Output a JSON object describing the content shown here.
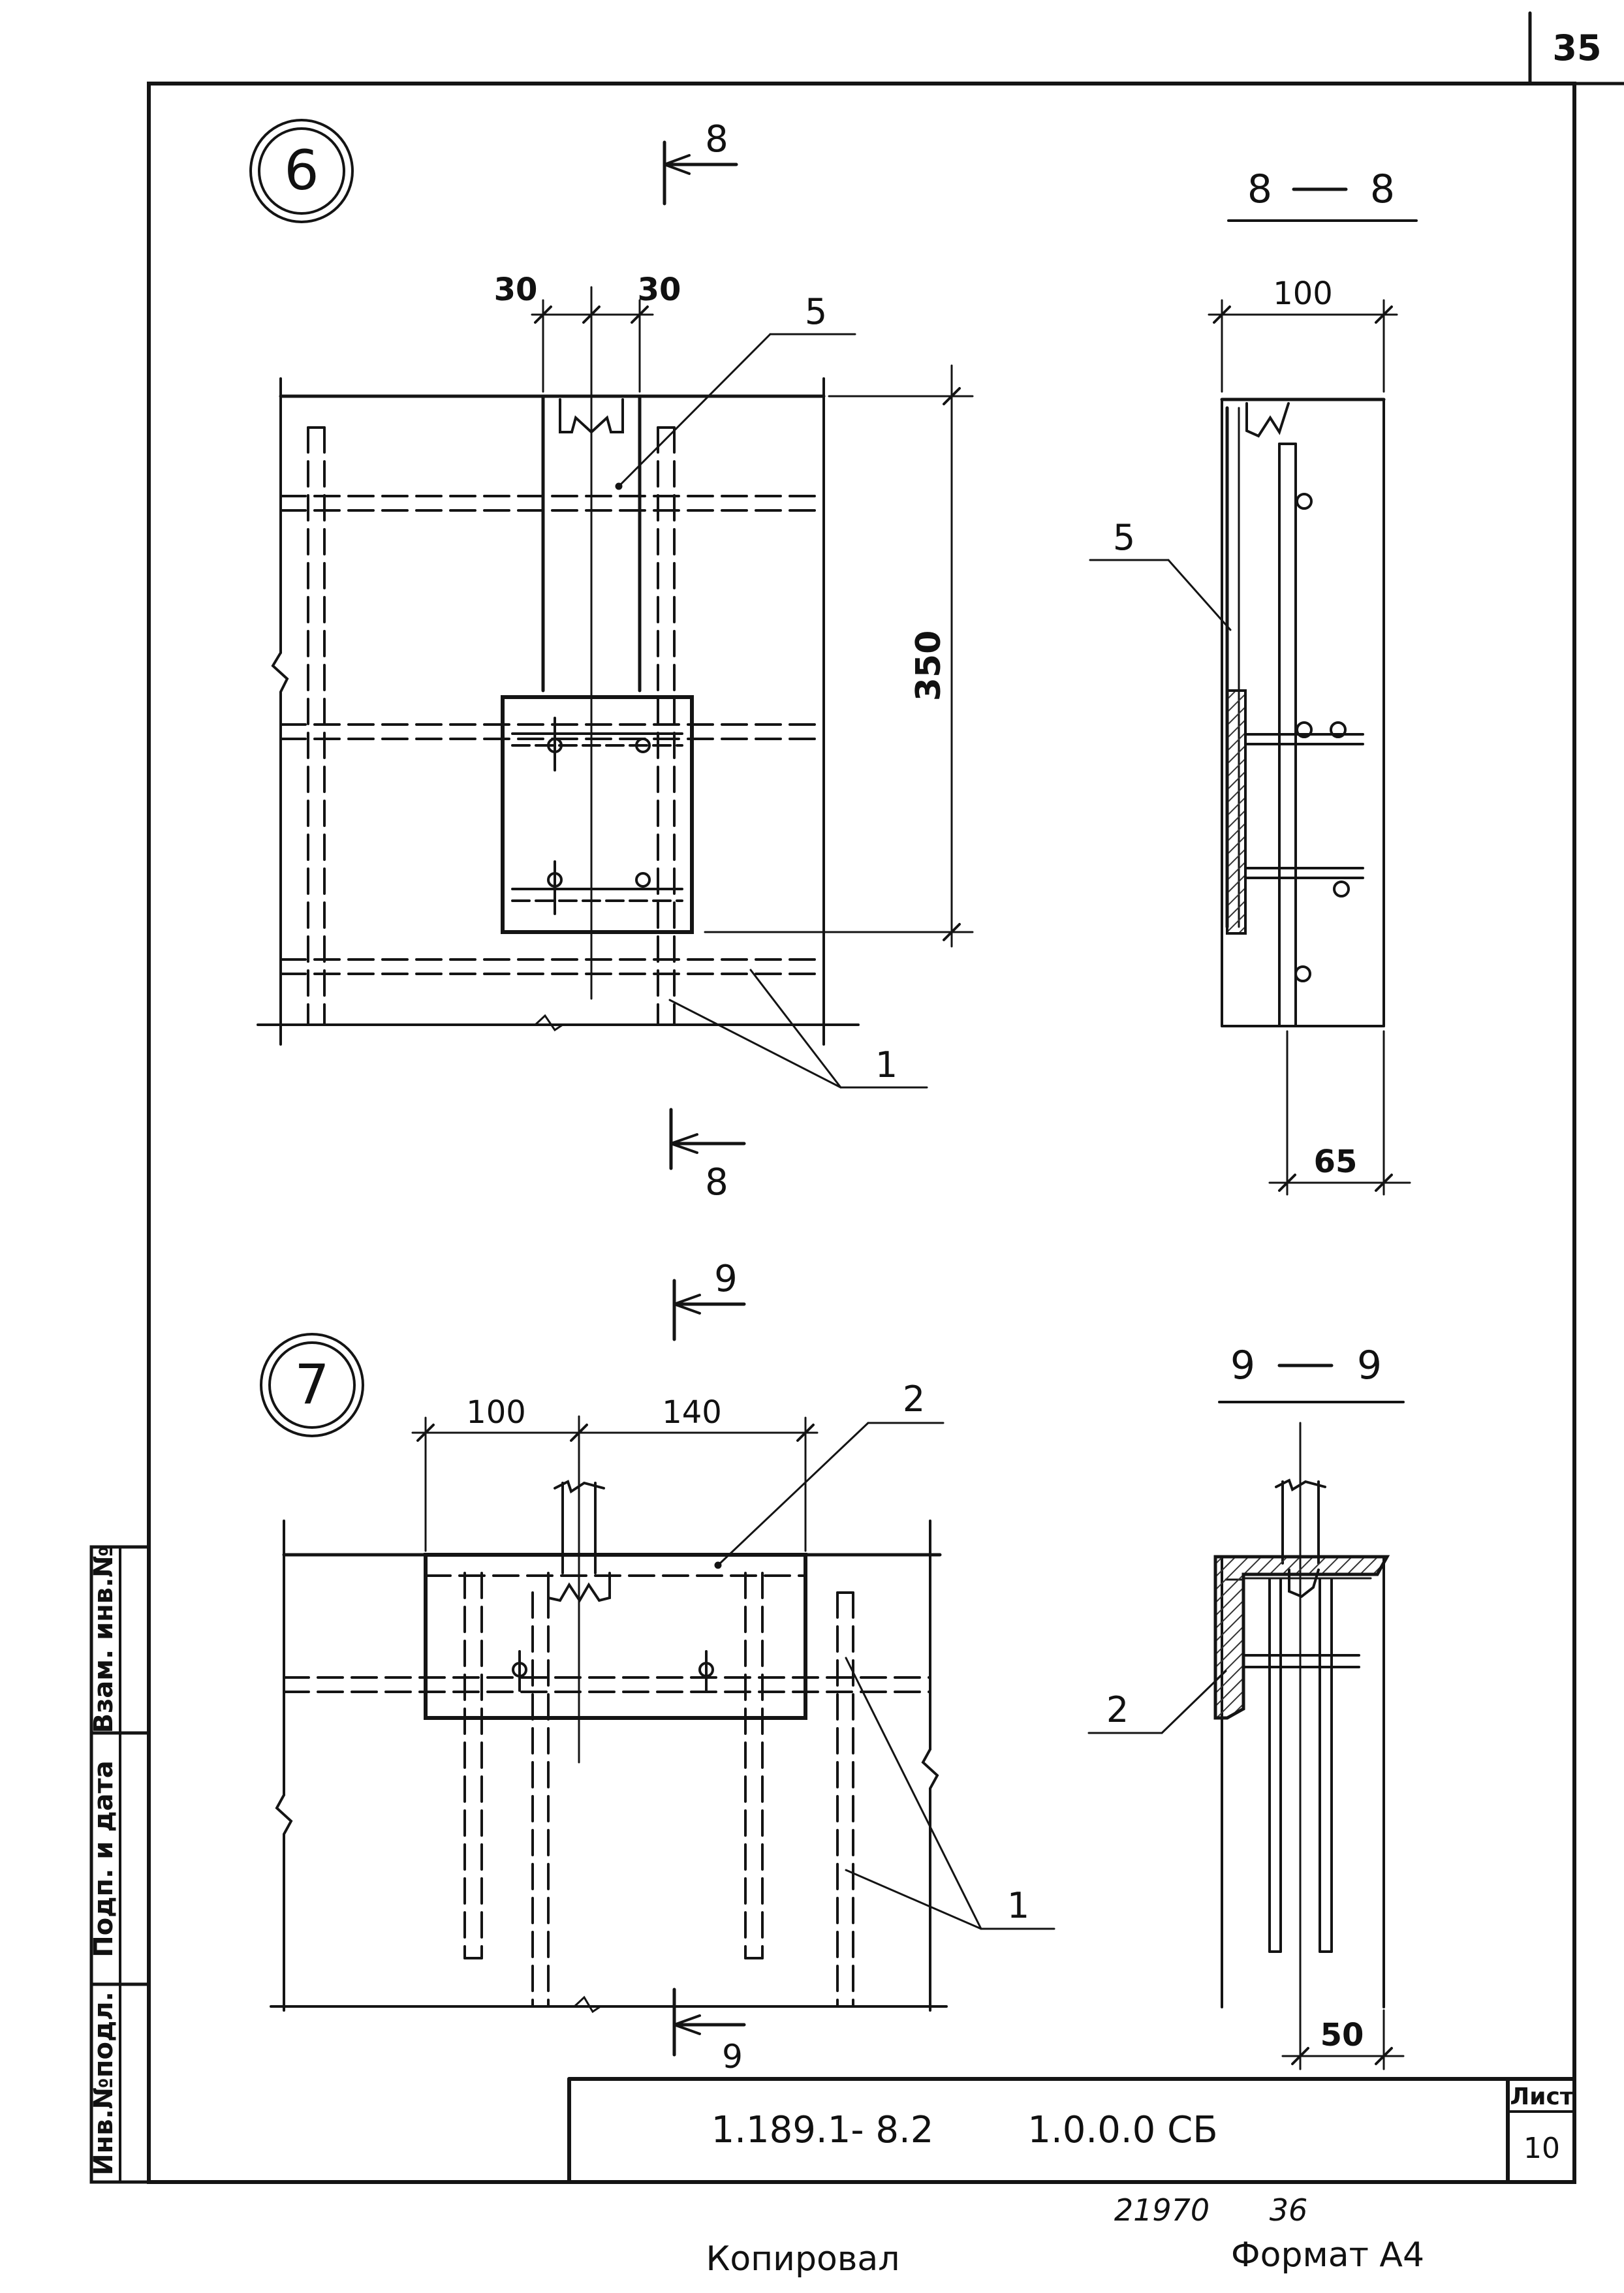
{
  "page_number": "35",
  "colors": {
    "ink": "#141414",
    "paper": "#ffffff",
    "hatch": "#333333"
  },
  "node6": {
    "bubble": "6",
    "section_mark_top": "8",
    "section_mark_bottom": "8",
    "dim_left": "30",
    "dim_right": "30",
    "dim_height": "350",
    "callout_plate": "5",
    "callout_bars": "1"
  },
  "section8": {
    "title_left": "8",
    "title_right": "8",
    "dim_width": "100",
    "dim_bottom": "65",
    "callout_plate": "5"
  },
  "node7": {
    "bubble": "7",
    "section_mark_top": "9",
    "section_mark_bottom": "9",
    "dim_left": "100",
    "dim_right": "140",
    "callout_angle": "2",
    "callout_bars": "1"
  },
  "section9": {
    "title_left": "9",
    "title_right": "9",
    "dim_bottom": "50",
    "callout_angle": "2"
  },
  "stamp": {
    "labels": [
      "Инв.№подл.",
      "Подп. и дата",
      "Взам. инв.№"
    ]
  },
  "title_block": {
    "series_code": "1.189.1- 8.2",
    "document_code": "1.0.0.0 СБ",
    "sheet_label": "Лист",
    "sheet_number": "10"
  },
  "footer": {
    "archive_number": "21970",
    "archive_sheet": "36",
    "copied_by": "Копировал",
    "format": "Формат А4"
  }
}
